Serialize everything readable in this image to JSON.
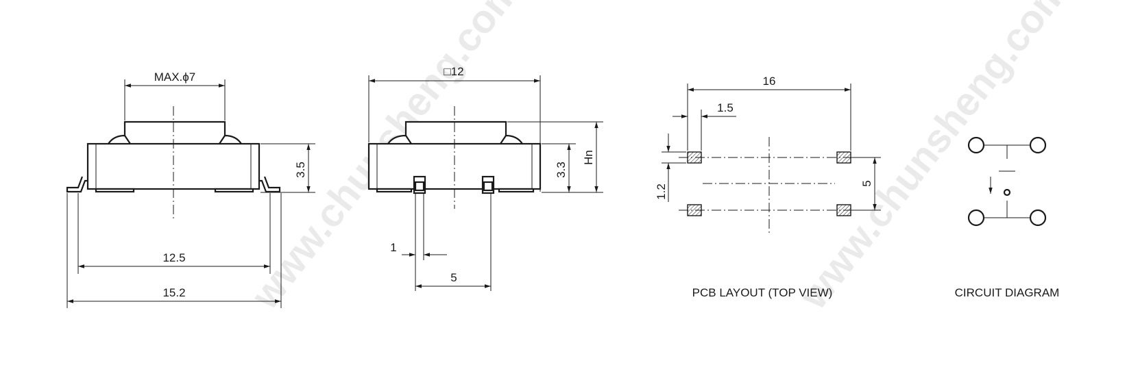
{
  "watermark": "www.chunsheng.com",
  "side_view": {
    "dim_top": "MAX.ϕ7",
    "dim_height": "3.5",
    "dim_body": "12.5",
    "dim_overall": "15.2"
  },
  "front_view": {
    "dim_top": "□12",
    "dim_body_h": "3.3",
    "dim_total_h": "Hn",
    "dim_pin": "1",
    "dim_pitch": "5"
  },
  "pcb_layout": {
    "caption": "PCB LAYOUT (TOP VIEW)",
    "dim_width": "16",
    "dim_pad_w": "1.5",
    "dim_pad_h": "1.2",
    "dim_pitch": "5"
  },
  "circuit": {
    "caption": "CIRCUIT DIAGRAM"
  }
}
